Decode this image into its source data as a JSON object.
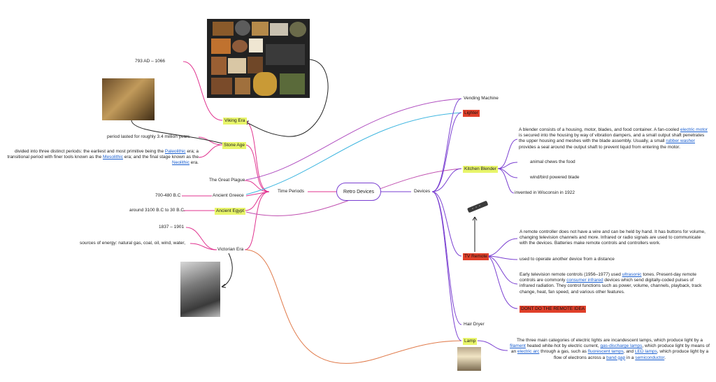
{
  "center": {
    "label": "Retro Devices"
  },
  "time_periods": {
    "label": "Time Periods",
    "viking": {
      "label": "Viking Era",
      "date": "793 AD – 1066"
    },
    "stone": {
      "label": "Stone Age",
      "fact": "period lasted for roughly 3.4 million years",
      "desc_1": "divided into three distinct periods: the earliest and most primitive being the ",
      "link_1": "Paleolithic",
      "desc_2": " era; a transitional period with finer tools known as the ",
      "link_2": "Mesolithic",
      "desc_3": " era; and the final stage known as the ",
      "link_3": "Neolithic",
      "desc_4": " era."
    },
    "plague": {
      "label": "The Great Plague"
    },
    "greece": {
      "label": "Ancient Greece",
      "date": "700-480 B.C"
    },
    "egypt": {
      "label": "Ancient Egypt",
      "date": "around 3100 B.C to 30 B.C."
    },
    "victorian": {
      "label": "Victorian Era",
      "date": "1837 –  1901",
      "energy": "sources of energy:   natural gas, coal, oil, wind, water,"
    }
  },
  "devices": {
    "label": "Devices",
    "vending": {
      "label": "Vending Machine"
    },
    "lighter": {
      "label": "Lighter"
    },
    "blender": {
      "label": "Kitchen Blender",
      "desc_1": "A blender consists of a housing, motor, blades, and food container. A fan-cooled ",
      "link_1": "electric motor",
      "desc_2": " is secured into the housing by way of vibration dampers, and a small output shaft penetrates the upper housing and meshes with the blade assembly. Usually, a small ",
      "link_2": "rubber washer",
      "desc_3": " provides a seal around the output shaft to prevent liquid from entering the motor.",
      "note_1": "animal chews the food",
      "note_2": "wind/bird powered blade",
      "note_3": "invented in Wisconsin in 1922"
    },
    "remote": {
      "label": "TV Remote",
      "desc": "A remote controller does not have a wire and can be held by hand. It has buttons for volume, changing television channels and more. Infrared or radio signals are used to communicate with the devices. Batteries make remote controls and controllers work.",
      "note_1": "used to operate another device from a distance",
      "hist_1": "Early television remote controls (1956–1977) used ",
      "hist_link_1": "ultrasonic",
      "hist_2": " tones. Present-day remote controls are commonly ",
      "hist_link_2": "consumer infrared",
      "hist_3": " devices which send digitally-coded pulses of infrared radiation. They control functions such as power, volume, channels, playback, track change, heat, fan speed, and various other features.",
      "warning": "DONT DO THE REMOTE IDEA"
    },
    "dryer": {
      "label": "Hair Dryer"
    },
    "lamp": {
      "label": "Lamp",
      "d1": "The three main categories of electric lights are incandescent lamps, which produce light by a ",
      "l1": "filament",
      "d2": " heated white-hot by electric current, ",
      "l2": "gas-discharge lamps",
      "d3": ", which produce light by means of an ",
      "l3": "electric arc",
      "d4": " through a gas, such as ",
      "l4": "fluorescent lamps",
      "d5": ", and ",
      "l5": "LED lamps",
      "d6": ", which produce light by a flow of electrons across a ",
      "l6": "band gap",
      "d7": " in a ",
      "l7": "semiconductor",
      "d8": "."
    }
  },
  "colors": {
    "pink": "#e0338f",
    "purple": "#7a3fd1",
    "cyan": "#3fb6e0",
    "orange": "#e07a4a",
    "highlight_yellow": "#e8f56a",
    "highlight_red": "#e0402a"
  }
}
